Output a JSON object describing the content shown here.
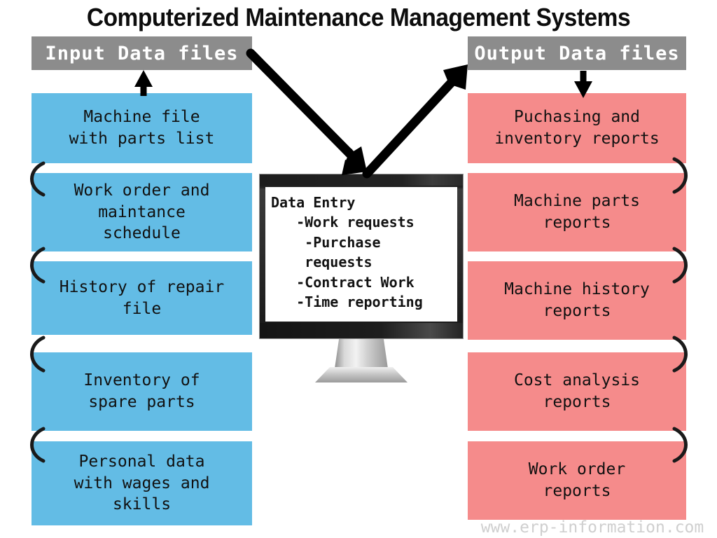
{
  "title": "Computerized Maintenance Management Systems",
  "headers": {
    "input": "Input Data files",
    "output": "Output Data files"
  },
  "colors": {
    "input_box": "#63bce5",
    "output_box": "#f58b8b",
    "header_bar": "#8c8c8c",
    "arrow": "#000000",
    "watermark": "#cfcfcf",
    "background": "#ffffff",
    "title_text": "#0d0d0d"
  },
  "input_files": [
    {
      "label": "Machine file\nwith parts list"
    },
    {
      "label": "Work order and\nmaintance\nschedule"
    },
    {
      "label": "History of repair\nfile"
    },
    {
      "label": "Inventory of\nspare parts"
    },
    {
      "label": "Personal data\nwith wages and\nskills"
    }
  ],
  "output_files": [
    {
      "label": "Puchasing and\ninventory reports"
    },
    {
      "label": "Machine parts\nreports"
    },
    {
      "label": "Machine history\nreports"
    },
    {
      "label": "Cost analysis\nreports"
    },
    {
      "label": "Work order\nreports"
    }
  ],
  "monitor": {
    "screen_text": "Data Entry\n   -Work requests\n    -Purchase\n    requests\n   -Contract Work\n   -Time reporting"
  },
  "arrows": {
    "input_up": "arrow-up",
    "output_down": "arrow-down",
    "input_to_computer": "arrow-down-right",
    "computer_to_output": "arrow-up-right"
  },
  "watermark": "www.erp-information.com"
}
